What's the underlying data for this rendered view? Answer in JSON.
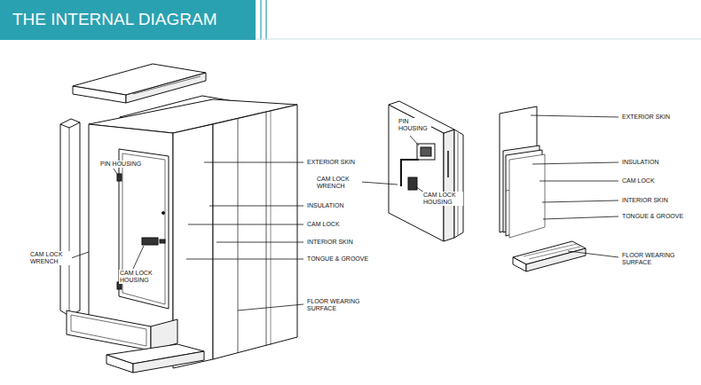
{
  "diagram": {
    "title": "THE INTERNAL DIAGRAM",
    "labels": [
      "EXTERIOR SKIN",
      "INSULATION",
      "CAM LOCK",
      "INTERIOR SKIN",
      "TONGUE & GROOVE",
      "FLOOR WEARING SURFACE",
      "PIN HOUSING",
      "CAM LOCK WRENCH",
      "CAM LOCK HOUSING",
      "PIN HOUSING",
      "CAM LOCK WRENCH",
      "CAM LOCK HOUSING",
      "EXTERIOR SKIN",
      "INSULATION",
      "CAM LOCK",
      "INTERIOR SKIN",
      "TONGUE & GROOVE",
      "FLOOR WEARING SURFACE"
    ]
  }
}
